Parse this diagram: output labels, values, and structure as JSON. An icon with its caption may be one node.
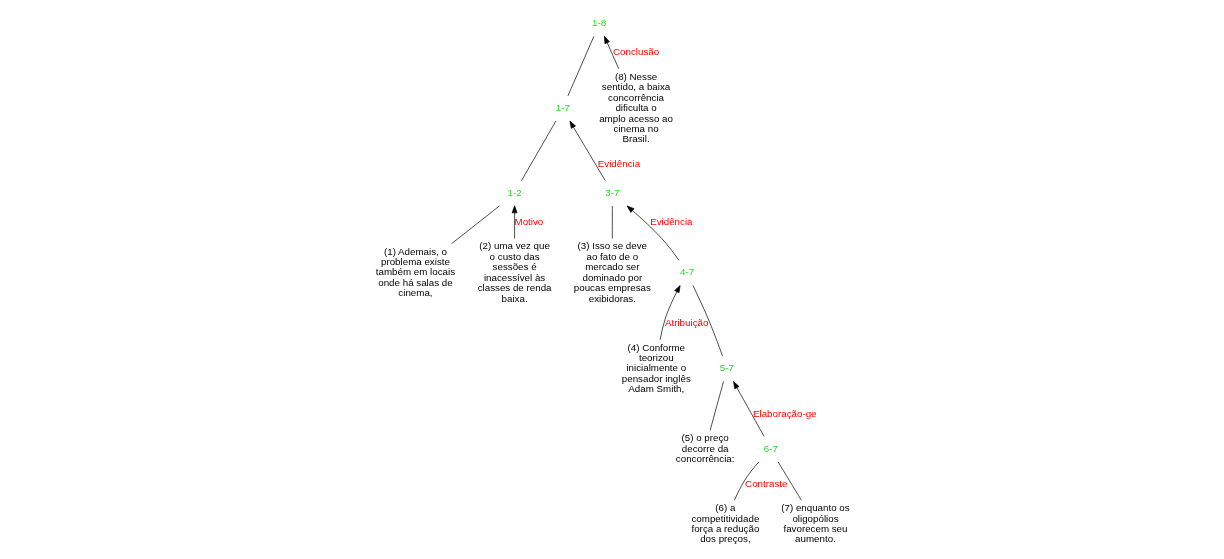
{
  "diagram": {
    "nodes": [
      {
        "text": [
          "1-8"
        ]
      },
      {
        "text": [
          "1-7"
        ]
      },
      {
        "text": [
          "1-2"
        ]
      },
      {
        "text": [
          "(1) Ademais, o problema existe também em locais onde há salas de cinema,"
        ]
      },
      {
        "text": [
          "(2) uma vez que o custo das sessões é inacessível às classes de renda baixa."
        ]
      },
      {
        "text": [
          "3-7"
        ]
      },
      {
        "text": [
          "(3) Isso se deve ao fato de o mercado ser dominado por poucas empresas exibidoras."
        ]
      },
      {
        "text": [
          "4-7"
        ]
      },
      {
        "text": [
          "(4) Conforme teorizou inicialmente o pensador inglês Adam Smith,"
        ]
      },
      {
        "text": [
          "5-7"
        ]
      },
      {
        "text": [
          "(5) o preço decorre da concorrência:"
        ]
      },
      {
        "text": [
          "6-7"
        ]
      },
      {
        "text": [
          "(6) a competitividade força a redução dos preços,"
        ]
      },
      {
        "text": [
          "(7) enquanto os oligopólios favorecem seu aumento."
        ]
      },
      {
        "text": [
          "(8) Nesse sentido, a baixa concorrência dificulta o amplo acesso ao cinema no Brasil."
        ]
      }
    ],
    "edges": [
      {
        "from": 0,
        "to": 1,
        "arrow": "none"
      },
      {
        "from": 14,
        "to": 0,
        "arrow": "to",
        "label": "Conclusão"
      },
      {
        "from": 1,
        "to": 2,
        "arrow": "none"
      },
      {
        "from": 5,
        "to": 1,
        "arrow": "to",
        "label": "Evidência"
      },
      {
        "from": 2,
        "to": 3,
        "arrow": "none"
      },
      {
        "from": 4,
        "to": 2,
        "arrow": "to",
        "label": "Motivo"
      },
      {
        "from": 5,
        "to": 6,
        "arrow": "none"
      },
      {
        "from": 7,
        "to": 5,
        "arrow": "to",
        "label": "Evidência"
      },
      {
        "from": 7,
        "to": 9,
        "arrow": "none"
      },
      {
        "from": 8,
        "to": 7,
        "arrow": "to",
        "label": "Atribuição"
      },
      {
        "from": 9,
        "to": 10,
        "arrow": "none"
      },
      {
        "from": 11,
        "to": 9,
        "arrow": "to",
        "label": "Elaboração-ge"
      },
      {
        "from": 11,
        "to": 12,
        "arrow": "none",
        "label": "Contraste"
      },
      {
        "from": 11,
        "to": 13,
        "arrow": "none"
      }
    ]
  }
}
